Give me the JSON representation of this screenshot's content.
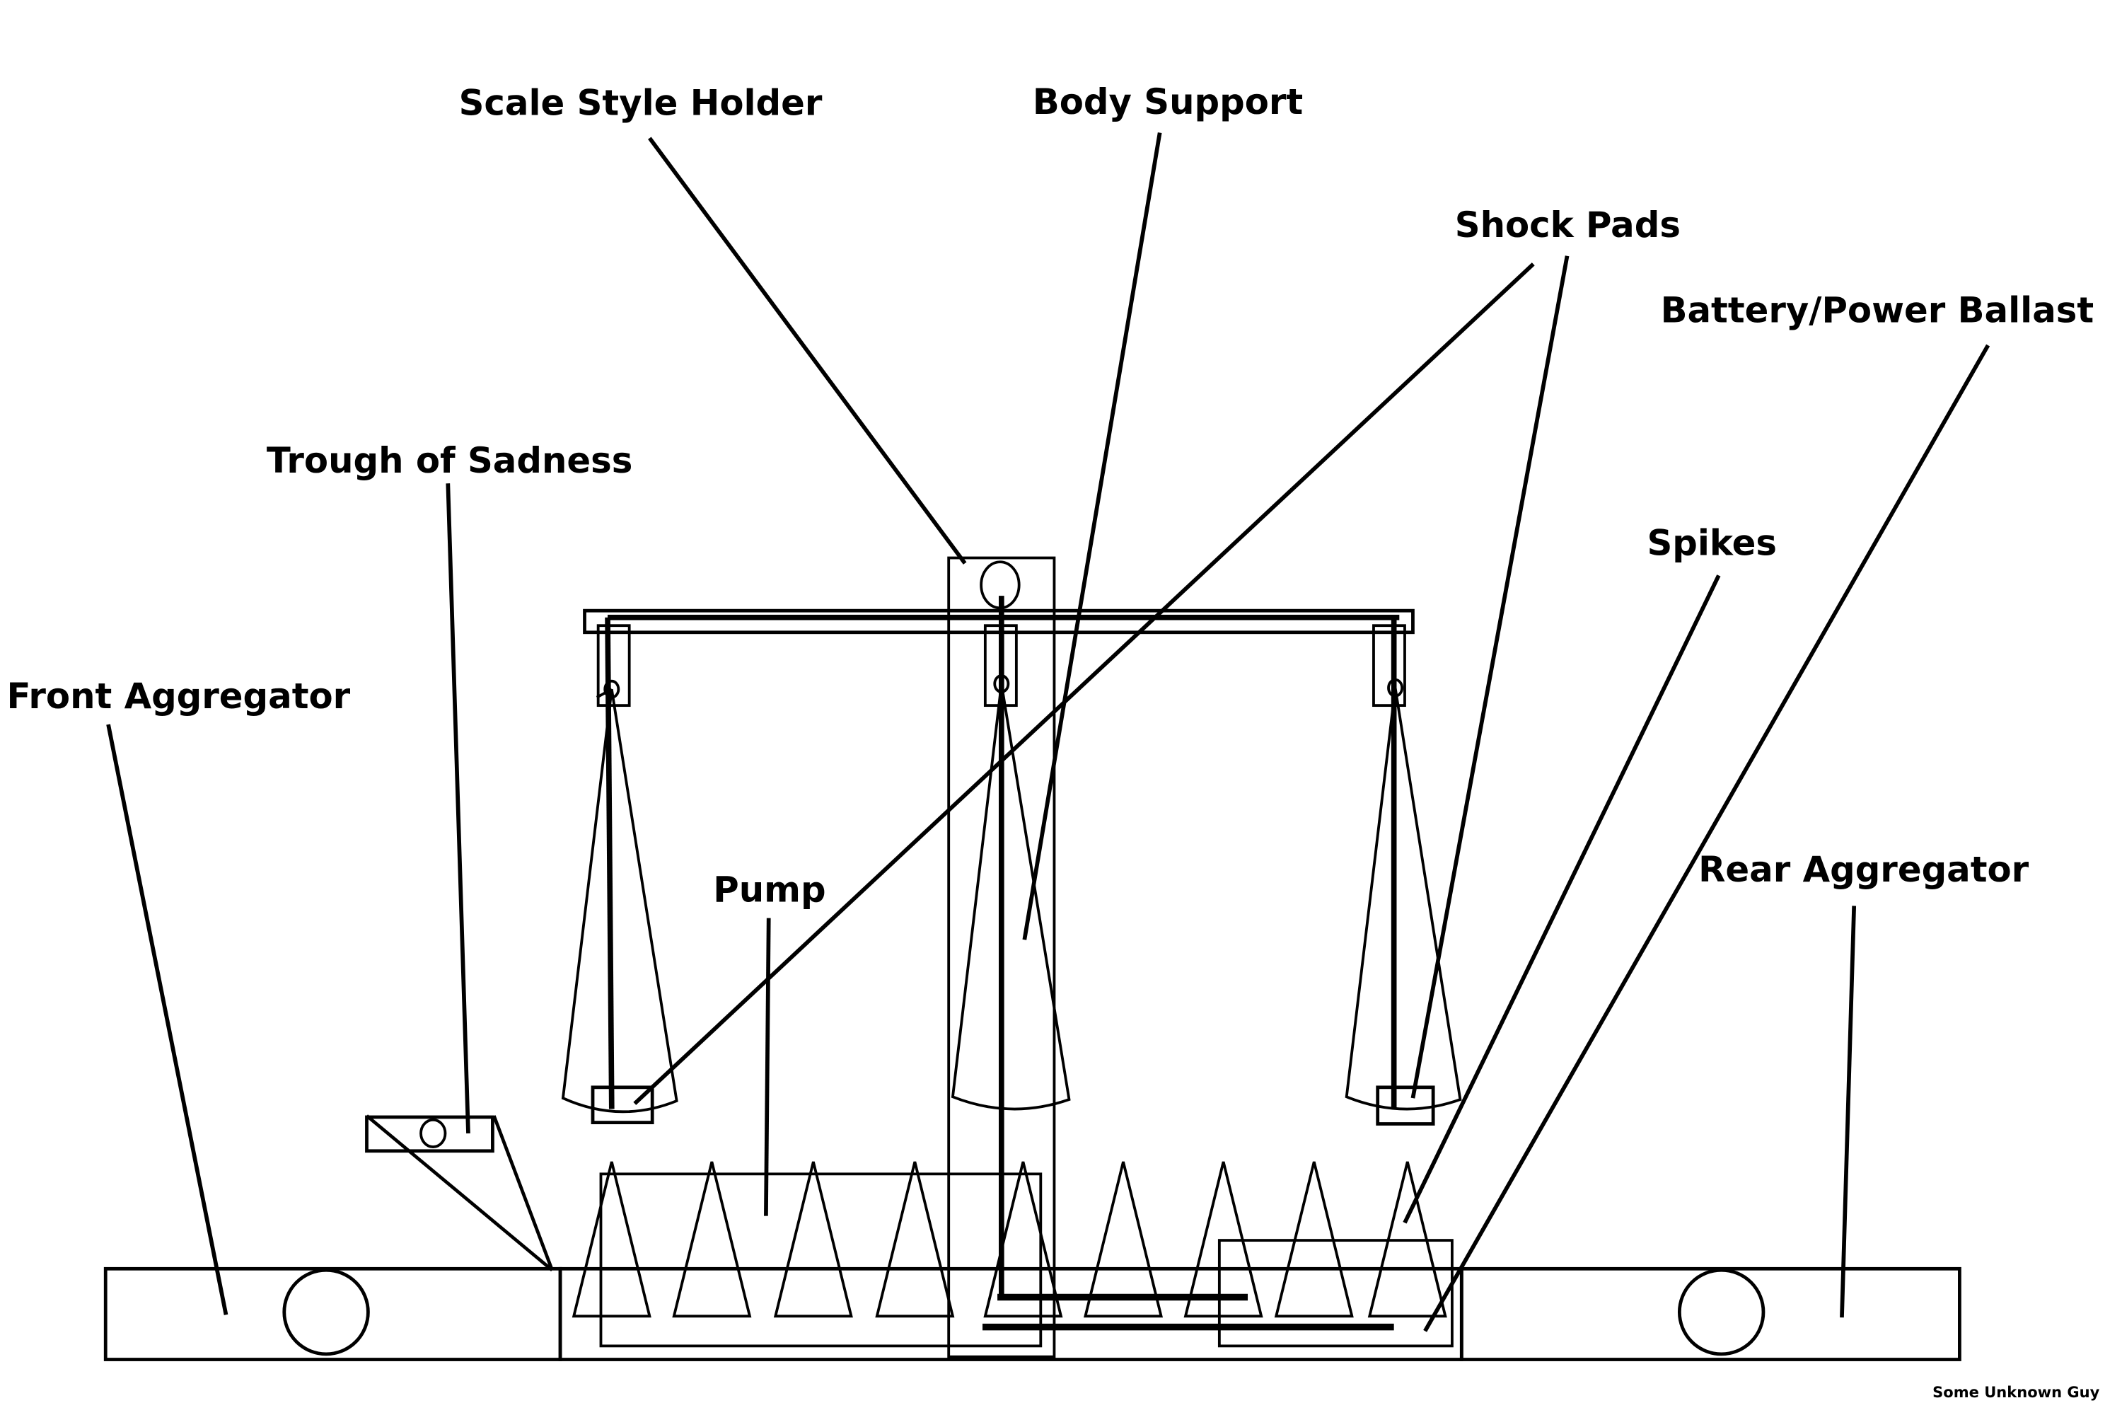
{
  "diagram": {
    "labels": {
      "scale_style_holder": "Scale Style Holder",
      "body_support": "Body Support",
      "shock_pads": "Shock Pads",
      "battery_power_ballast": "Battery/Power Ballast",
      "trough_of_sadness": "Trough of Sadness",
      "spikes": "Spikes",
      "front_aggregator": "Front Aggregator",
      "pump": "Pump",
      "rear_aggregator": "Rear Aggregator"
    },
    "signature": "Some Unknown Guy",
    "spike_count": 9,
    "pan_count": 3,
    "colors": {
      "line": "#000000",
      "background": "#ffffff"
    }
  }
}
